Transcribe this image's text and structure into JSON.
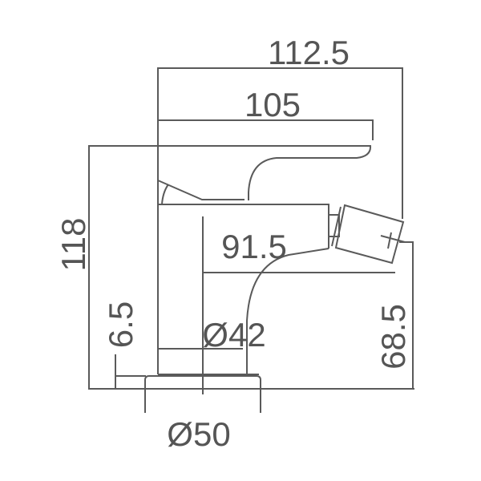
{
  "drawing": {
    "title": "Bidet mixer dimension drawing",
    "dimensions": {
      "total_length": "112.5",
      "handle_length": "105",
      "total_height": "118",
      "spout_reach": "91.5",
      "base_thickness": "6.5",
      "body_diameter": "Ø42",
      "spout_height": "68.5",
      "base_diameter": "Ø50"
    },
    "line_color": "#5a5a5a"
  }
}
